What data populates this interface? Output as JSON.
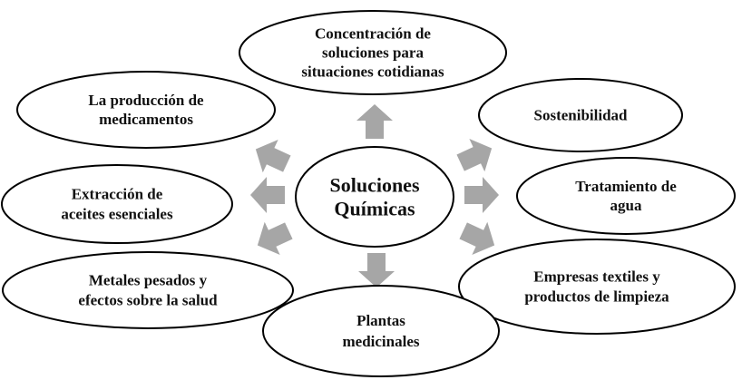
{
  "diagram": {
    "title": "Soluciones Químicas",
    "center": {
      "id": "center",
      "lines": [
        "Soluciones",
        "Químicas"
      ]
    },
    "nodes": [
      {
        "id": "concentracion",
        "lines": [
          "Concentración de",
          "soluciones para",
          "situaciones cotidianas"
        ]
      },
      {
        "id": "sostenibilidad",
        "lines": [
          "Sostenibilidad"
        ]
      },
      {
        "id": "tratamiento",
        "lines": [
          "Tratamiento de",
          "agua"
        ]
      },
      {
        "id": "empresas",
        "lines": [
          "Empresas textiles y",
          "productos de limpieza"
        ]
      },
      {
        "id": "plantas",
        "lines": [
          "Plantas",
          "medicinales"
        ]
      },
      {
        "id": "metales",
        "lines": [
          "Metales pesados y",
          "efectos sobre la salud"
        ]
      },
      {
        "id": "extraccion",
        "lines": [
          "Extracción de",
          "aceites esenciales"
        ]
      },
      {
        "id": "medicamentos",
        "lines": [
          "La producción de",
          "medicamentos"
        ]
      }
    ],
    "edges": [
      {
        "from": "center",
        "to": "concentracion"
      },
      {
        "from": "center",
        "to": "sostenibilidad"
      },
      {
        "from": "center",
        "to": "tratamiento"
      },
      {
        "from": "center",
        "to": "empresas"
      },
      {
        "from": "center",
        "to": "plantas"
      },
      {
        "from": "center",
        "to": "metales"
      },
      {
        "from": "center",
        "to": "extraccion"
      },
      {
        "from": "center",
        "to": "medicamentos"
      }
    ],
    "colors": {
      "arrow": "#a6a6a6",
      "outline": "#000000",
      "text": "#111111",
      "background": "#ffffff"
    }
  }
}
